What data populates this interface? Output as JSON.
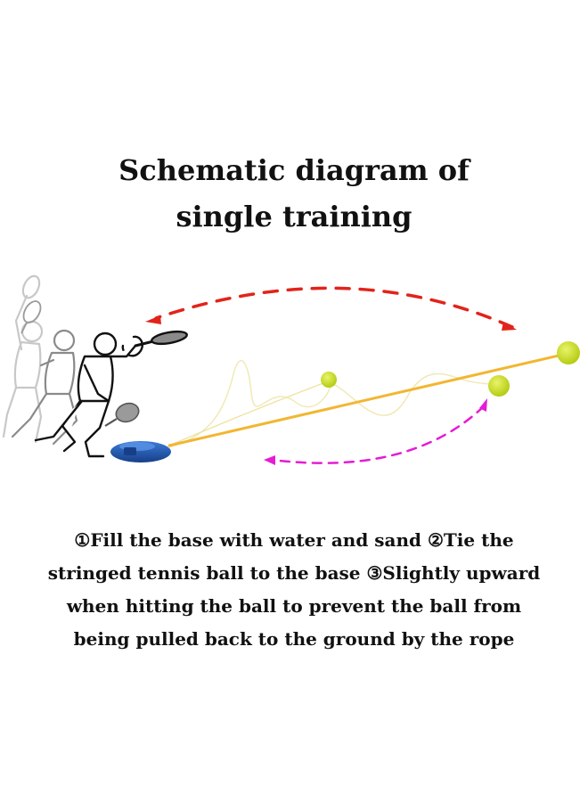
{
  "title": {
    "line1": "Schematic diagram of",
    "line2": "single training"
  },
  "caption": {
    "line1": "①Fill the base with water and sand ②Tie the",
    "line2": "stringed tennis ball to the base ③Slightly upward",
    "line3": "when hitting the ball to prevent the ball from",
    "line4": "being pulled back to the ground by the rope"
  },
  "colors": {
    "red_arrow": "#e2231a",
    "magenta_arrow": "#e51bd6",
    "rope": "#f2b632",
    "ball": "#c9df1b",
    "base": "#1f5fb8",
    "string": "#f2ecb8"
  }
}
